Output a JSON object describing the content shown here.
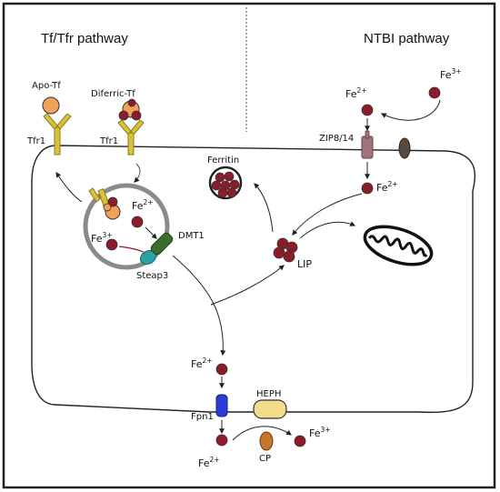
{
  "headers": {
    "left": "Tf/Tfr pathway",
    "right": "NTBI pathway"
  },
  "labels": {
    "apo_tf": "Apo-Tf",
    "diferric_tf": "Diferric-Tf",
    "tfr1_left": "Tfr1",
    "tfr1_right": "Tfr1",
    "ferritin": "Ferritin",
    "zip": "ZIP8/14",
    "lip": "LIP",
    "dmt1": "DMT1",
    "steap3": "Steap3",
    "fpn1": "Fpn1",
    "heph": "HEPH",
    "cp": "CP",
    "fe": "Fe",
    "charge_2": "2+",
    "charge_3": "3+"
  },
  "colors": {
    "iron_red": "#8b1c2a",
    "apo_tf": "#f2a15a",
    "receptor": "#d9c239",
    "dmt1": "#3c6e2b",
    "steap3": "#2aa3a6",
    "fpn1": "#2b3bd6",
    "heph": "#f3dd8c",
    "cp": "#c8742a",
    "zip": "#a0747c",
    "channel": "#5a4a3e"
  }
}
